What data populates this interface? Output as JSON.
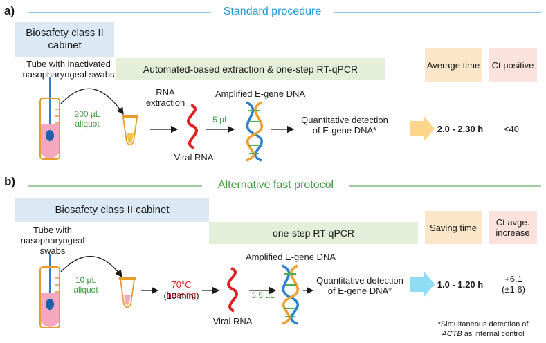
{
  "panel_a": {
    "letter": "a)",
    "title": "Standard procedure",
    "cabinet_label": "Biosafety class II cabinet",
    "tube_label": "Tube with inactivated nasopharyngeal swabs",
    "aliquot_label": "200 µL aliquot",
    "method_label": "Automated-based extraction & one-step RT-qPCR",
    "step_label": "RNA extraction",
    "viral_rna_label": "Viral RNA",
    "volume_label": "5 µL",
    "amplified_label": "Amplified E-gene DNA",
    "detection_label": "Quantitative detection of E-gene DNA*",
    "col1_header": "Average time",
    "col2_header": "Ct positive",
    "col1_value": "2.0 - 2.30 h",
    "col2_value": "<40"
  },
  "panel_b": {
    "letter": "b)",
    "title": "Alternative fast protocol",
    "cabinet_label": "Biosafety class II cabinet",
    "tube_label": "Tube with nasopharyngeal swabs",
    "aliquot_label": "10 µL aliquot",
    "method_label": "one-step RT-qPCR",
    "heating_label": "70°C heating",
    "heating_time": "(10 min.)",
    "viral_rna_label": "Viral RNA",
    "volume_label": "3.5 µL",
    "amplified_label": "Amplified E-gene DNA",
    "detection_label": "Quantitative detection of E-gene DNA*",
    "col1_header": "Saving time",
    "col2_header": "Ct avge. increase",
    "col1_value": "1.0 - 1.20 h",
    "col2_value": "+6.1 (±1.6)"
  },
  "footnote": {
    "line1": "*Simultaneous detection of",
    "gene": "ACTB",
    "line2": "as internal control"
  },
  "colors": {
    "blue_title": "#1a9ad6",
    "green_title": "#3f9a3f",
    "dna_red": "#e02020",
    "arrow_a": "#fdd68a",
    "arrow_b": "#8fdcf5"
  }
}
